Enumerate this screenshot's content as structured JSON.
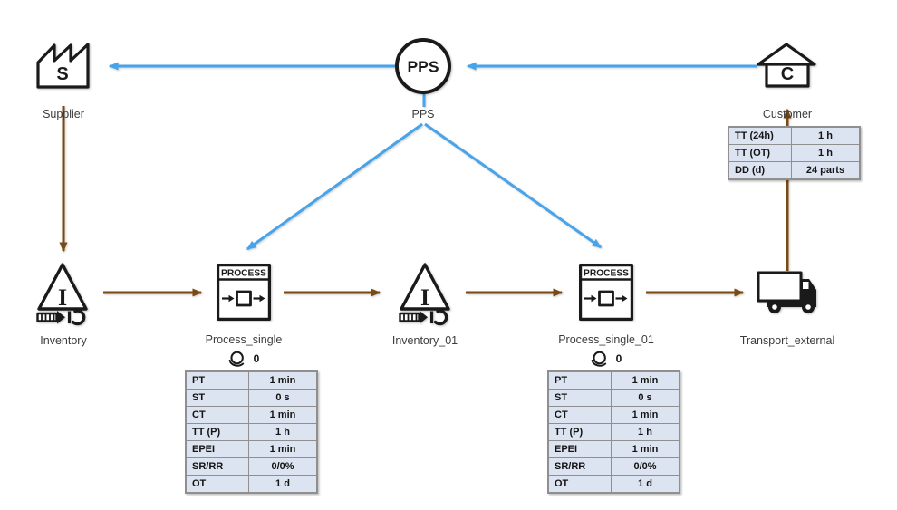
{
  "colors": {
    "information_flow": "#47a4ea",
    "material_flow": "#7a4a15",
    "table_fill": "#dde4f1",
    "table_border": "#8f8f8f"
  },
  "nodes": {
    "supplier": {
      "label": "Supplier",
      "letter": "S"
    },
    "pps": {
      "label": "PPS",
      "circle_text": "PPS"
    },
    "customer": {
      "label": "Customer",
      "letter": "C"
    },
    "inventory": {
      "label": "Inventory",
      "letter": "I"
    },
    "process_single": {
      "label": "Process_single",
      "box_title": "PROCESS",
      "operator_count": "0"
    },
    "inventory_01": {
      "label": "Inventory_01",
      "letter": "I"
    },
    "process_single_01": {
      "label": "Process_single_01",
      "box_title": "PROCESS",
      "operator_count": "0"
    },
    "transport_external": {
      "label": "Transport_external"
    }
  },
  "tables": {
    "customer": {
      "rows": [
        {
          "label": "TT (24h)",
          "value": "1 h"
        },
        {
          "label": "TT (OT)",
          "value": "1 h"
        },
        {
          "label": "DD (d)",
          "value": "24 parts"
        }
      ]
    },
    "process_single": {
      "rows": [
        {
          "label": "PT",
          "value": "1 min"
        },
        {
          "label": "ST",
          "value": "0 s"
        },
        {
          "label": "CT",
          "value": "1 min"
        },
        {
          "label": "TT (P)",
          "value": "1 h"
        },
        {
          "label": "EPEI",
          "value": "1 min"
        },
        {
          "label": "SR/RR",
          "value": "0/0%"
        },
        {
          "label": "OT",
          "value": "1 d"
        }
      ]
    },
    "process_single_01": {
      "rows": [
        {
          "label": "PT",
          "value": "1 min"
        },
        {
          "label": "ST",
          "value": "0 s"
        },
        {
          "label": "CT",
          "value": "1 min"
        },
        {
          "label": "TT (P)",
          "value": "1 h"
        },
        {
          "label": "EPEI",
          "value": "1 min"
        },
        {
          "label": "SR/RR",
          "value": "0/0%"
        },
        {
          "label": "OT",
          "value": "1 d"
        }
      ]
    }
  }
}
